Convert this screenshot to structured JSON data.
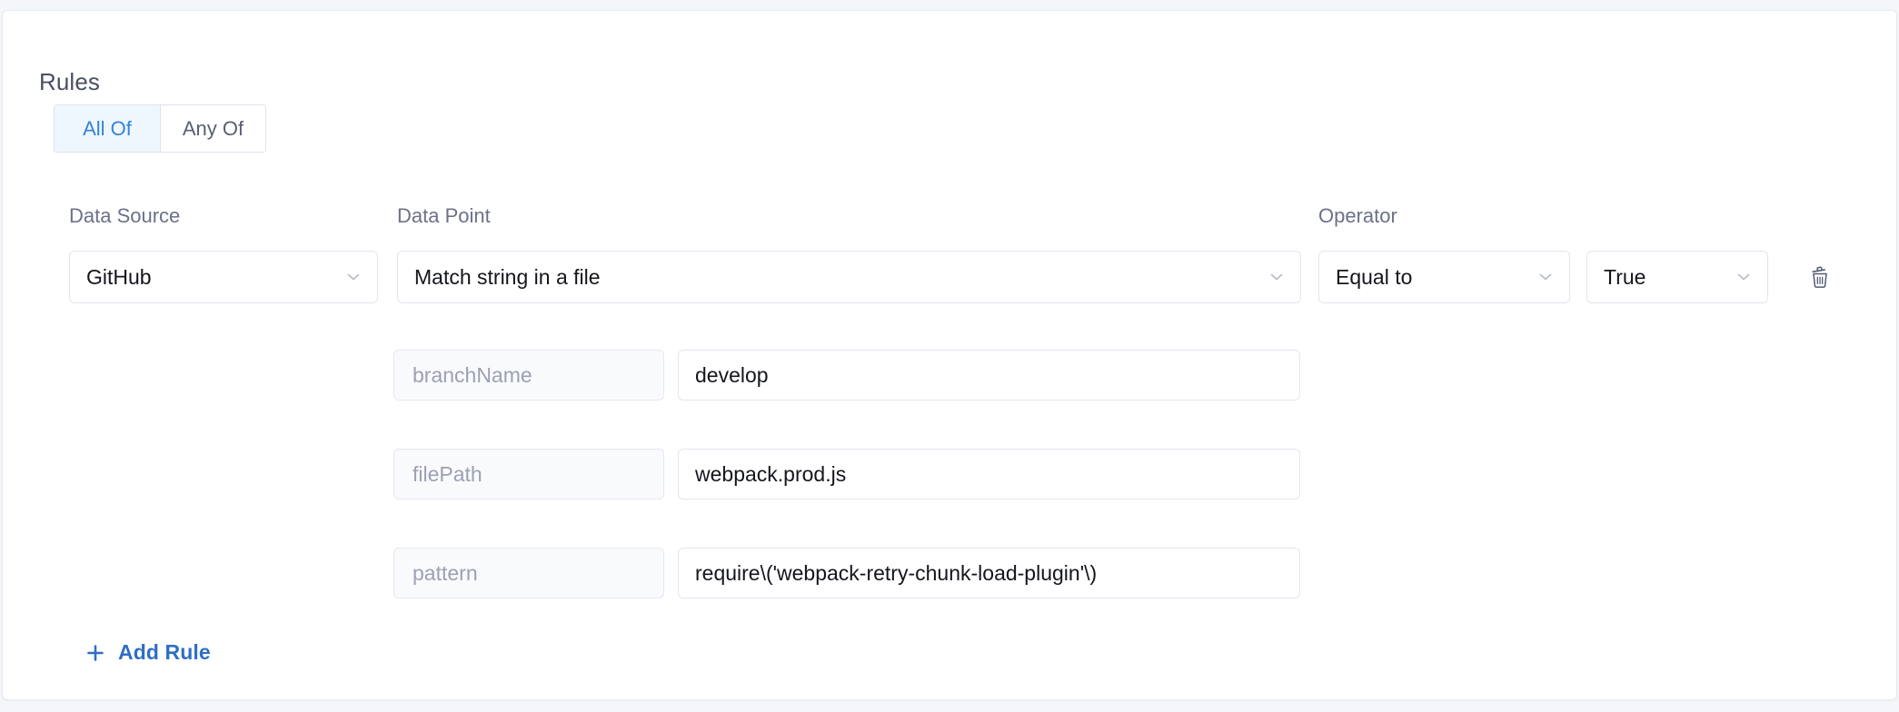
{
  "card": {
    "title": "Rules",
    "match_mode": {
      "options": [
        "All Of",
        "Any Of"
      ],
      "selected": "All Of",
      "all_of_label": "All Of",
      "any_of_label": "Any Of"
    },
    "columns": {
      "data_source_label": "Data Source",
      "data_point_label": "Data Point",
      "operator_label": "Operator"
    },
    "rule": {
      "data_source": "GitHub",
      "data_point": "Match string in a file",
      "operator": "Equal to",
      "truth_value": "True",
      "delete_icon": "trash-icon",
      "parameters": [
        {
          "key": "branchName",
          "value": "develop"
        },
        {
          "key": "filePath",
          "value": "webpack.prod.js"
        },
        {
          "key": "pattern",
          "value": "require\\('webpack-retry-chunk-load-plugin'\\)"
        }
      ]
    },
    "add_rule": {
      "label": "Add Rule",
      "icon": "plus-icon"
    }
  },
  "colors": {
    "accent_blue": "#2f6fc4",
    "tab_active_text": "#3583d6",
    "tab_active_bg": "#eef7fd",
    "heading": "#4a4f63",
    "label": "#6b7189",
    "placeholder": "#9ba1b4",
    "value_text": "#14161d",
    "border": "#e3e6ef",
    "page_bg": "#f4f6fa",
    "card_bg": "#ffffff"
  }
}
